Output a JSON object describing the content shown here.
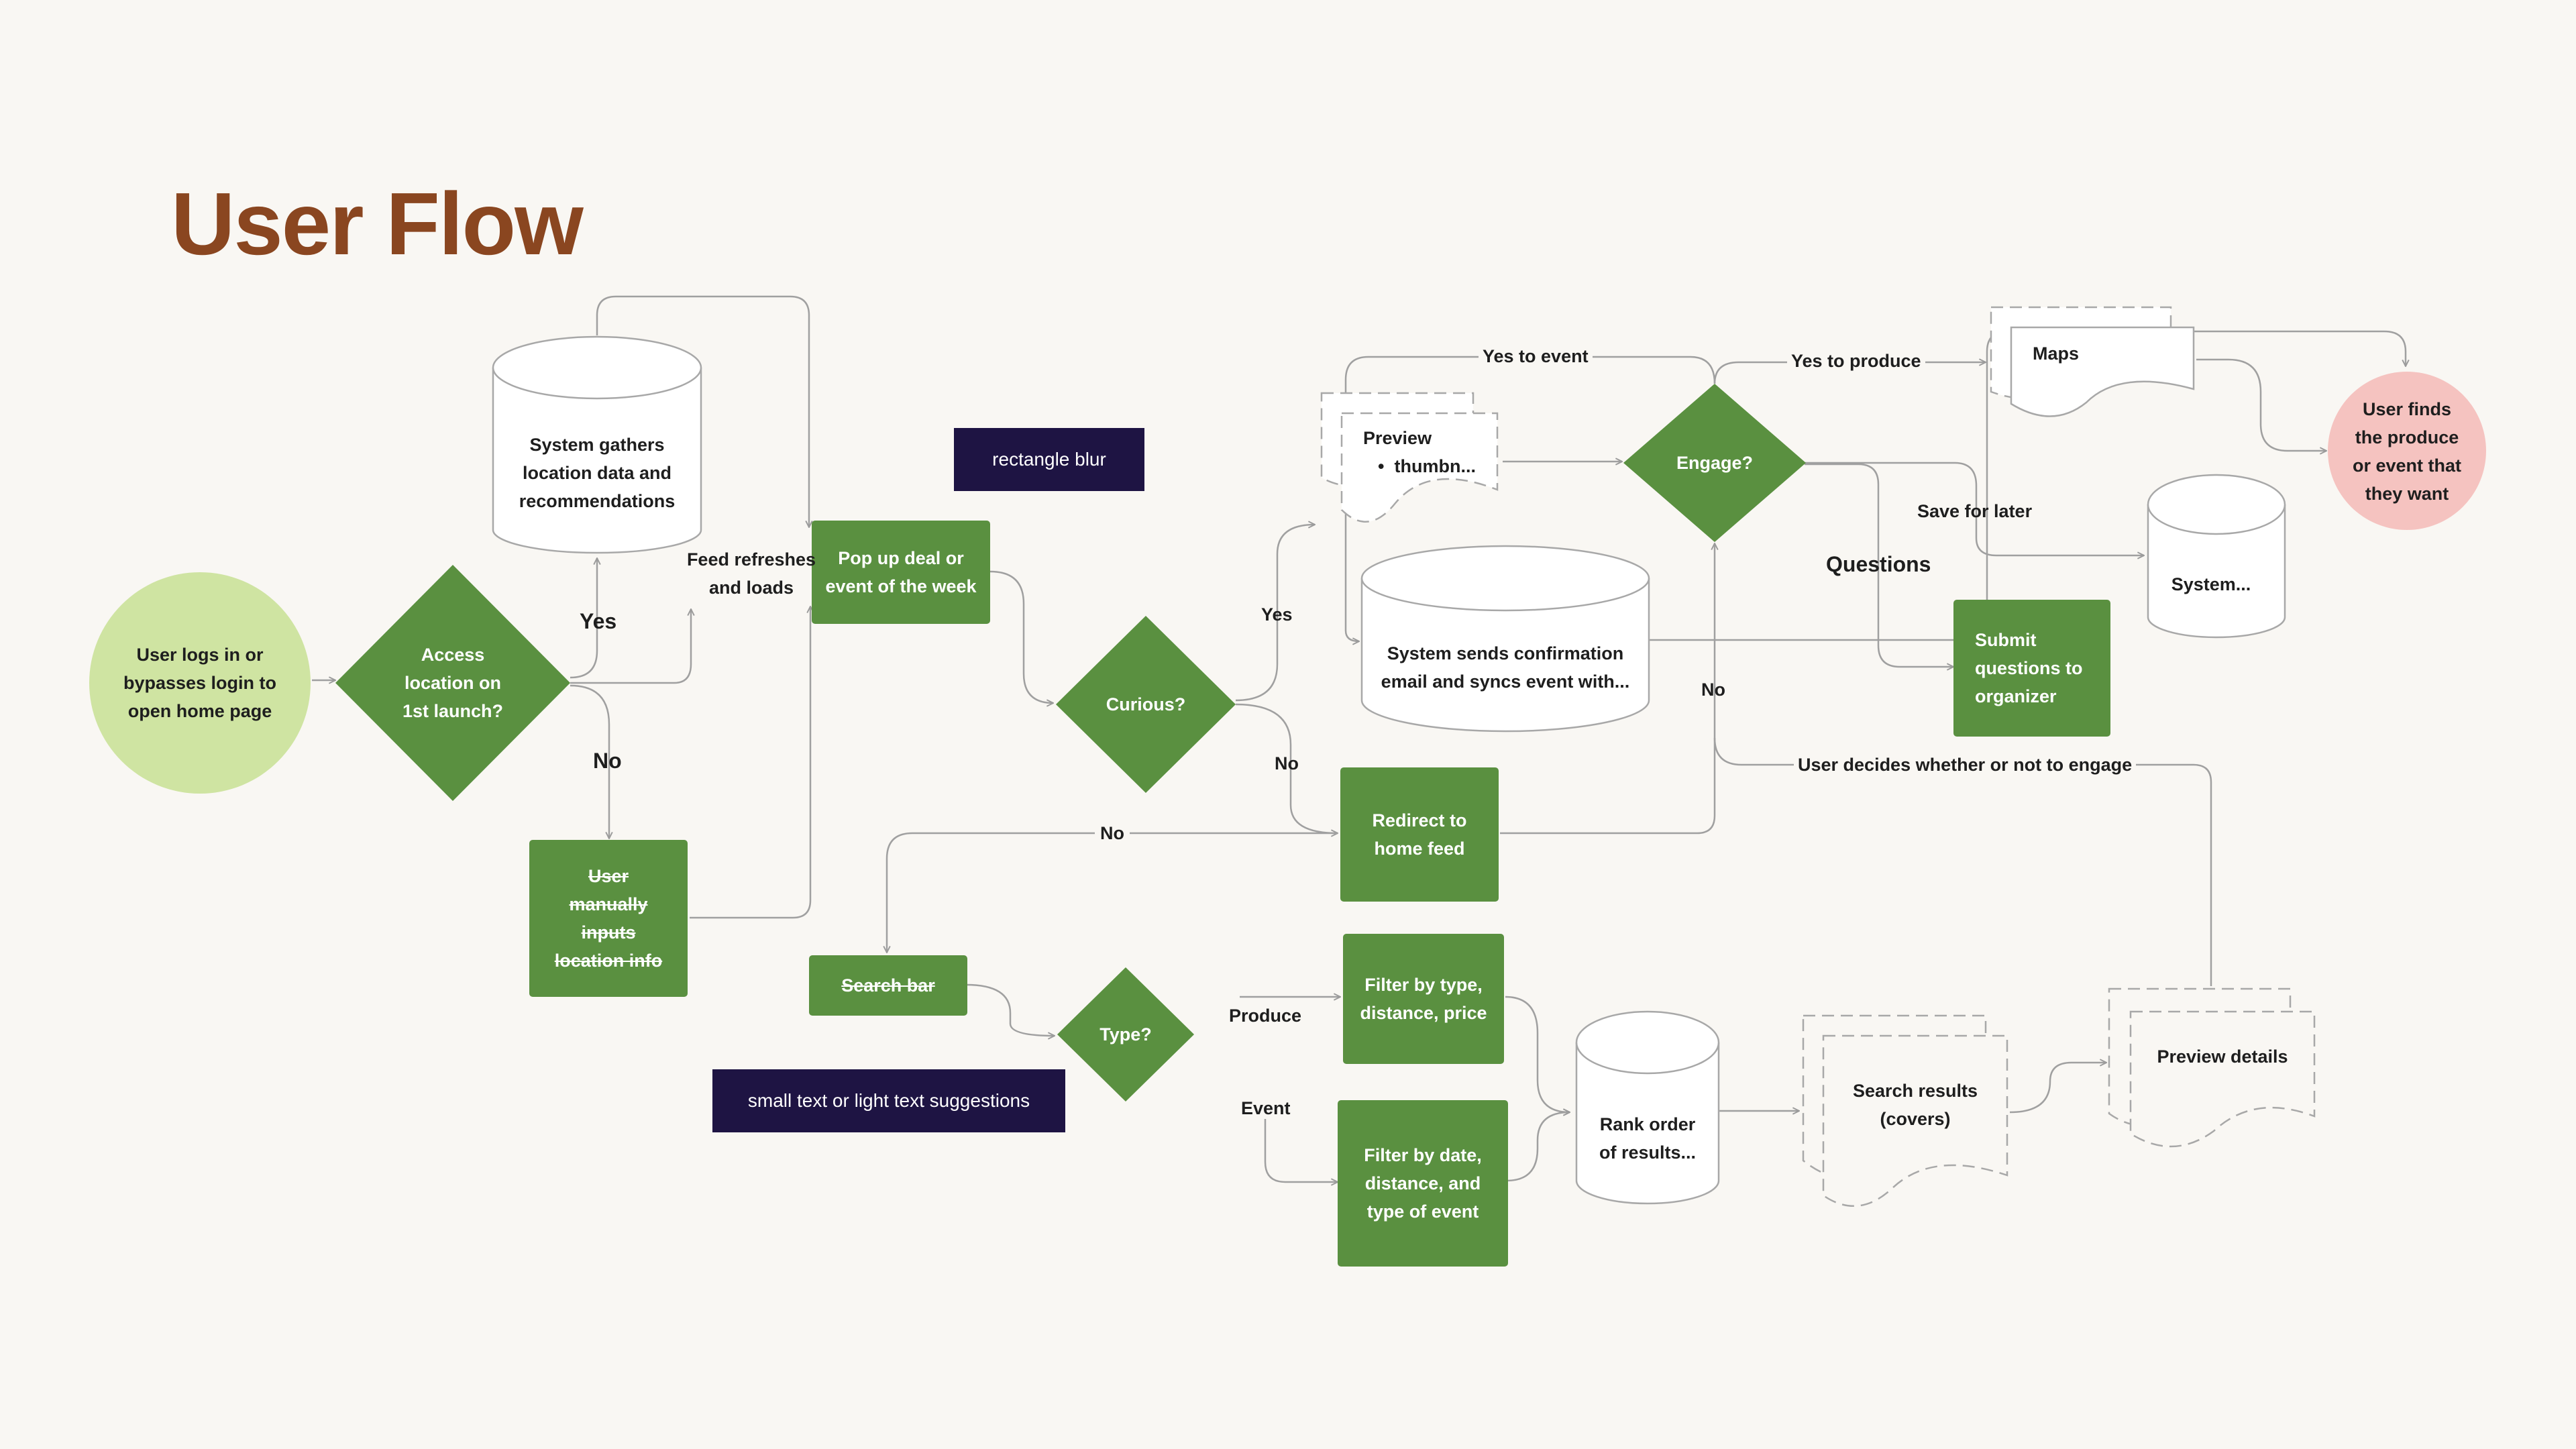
{
  "title": "User Flow",
  "colors": {
    "background": "#f9f7f3",
    "title": "#8a4620",
    "process_green": "#5a9040",
    "start_circle": "#cfe4a2",
    "end_circle": "#f5c3c0",
    "note_box": "#1e1443",
    "connector": "#9a9a9a"
  },
  "nodes": {
    "start": "User logs in or\nbypasses login to\nopen home page",
    "access_location": "Access\nlocation on\n1st launch?",
    "system_gathers": "System gathers\nlocation data and\nrecommendations",
    "manual_location": "User\nmanually\ninputs\nlocation info",
    "popup_deal": "Pop up deal or\nevent of the week",
    "curious": "Curious?",
    "preview_title": "Preview",
    "preview_item": "thumbn...",
    "system_sends": "System sends confirmation\nemail and syncs event with...",
    "engage": "Engage?",
    "maps": "Maps",
    "user_finds": "User finds\nthe produce\nor event that\nthey want",
    "system_db": "System...",
    "submit_questions": "Submit\nquestions to\norganizer",
    "redirect": "Redirect to\nhome feed",
    "search_bar": "Search bar",
    "type": "Type?",
    "filter_type": "Filter by type,\ndistance, price",
    "filter_date": "Filter by date,\ndistance, and\ntype of event",
    "rank_order": "Rank order\nof results...",
    "search_results": "Search results\n(covers)",
    "preview_details": "Preview details"
  },
  "edge_labels": {
    "yes_access": "Yes",
    "no_access": "No",
    "feed_refreshes": "Feed refreshes\nand loads",
    "yes_curious": "Yes",
    "no_curious": "No",
    "yes_to_event": "Yes to event",
    "yes_to_produce": "Yes to produce",
    "save_for_later": "Save for later",
    "questions": "Questions",
    "no_engage": "No",
    "user_decides": "User decides whether or not to engage",
    "no_redirect": "No",
    "produce": "Produce",
    "event": "Event"
  },
  "notes": {
    "rectangle_blur": "rectangle blur",
    "light_text": "small text or light text suggestions"
  }
}
